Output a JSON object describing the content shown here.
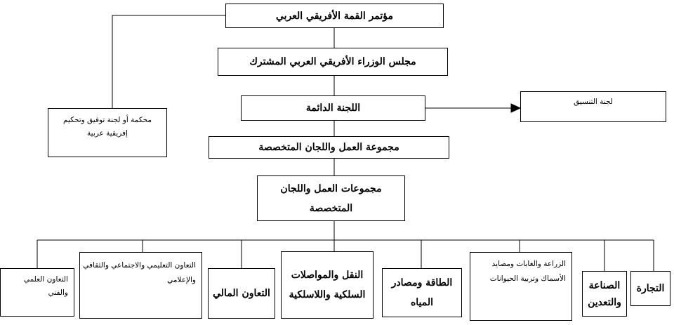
{
  "nodes": {
    "summit": "مؤتمر القمة الأفريقي العربي",
    "ministers": "مجلس الوزراء الأفريقي العربي المشترك",
    "standing": "اللجنة الدائمة",
    "coordination": "لجنة التنسيق",
    "court": "محكمة أو لجنة توفيق وتحكيم إفريقية عربية",
    "working": "مجموعة العمل واللجان المتخصصة",
    "groups": "مجموعات العمل واللجان المتخصصة"
  },
  "committees": [
    "التجارة",
    "الصناعة والتعدين",
    "الزراعة والغابات ومصايد الأسماك وتربية الحيوانات",
    "الطاقة ومصادر المياه",
    "النقل والمواصلات السلكية واللاسلكية",
    "التعاون المالي",
    "التعاون التعليمي والاجتماعي والثقافي والإعلامي",
    "التعاون العلمي والفني"
  ]
}
